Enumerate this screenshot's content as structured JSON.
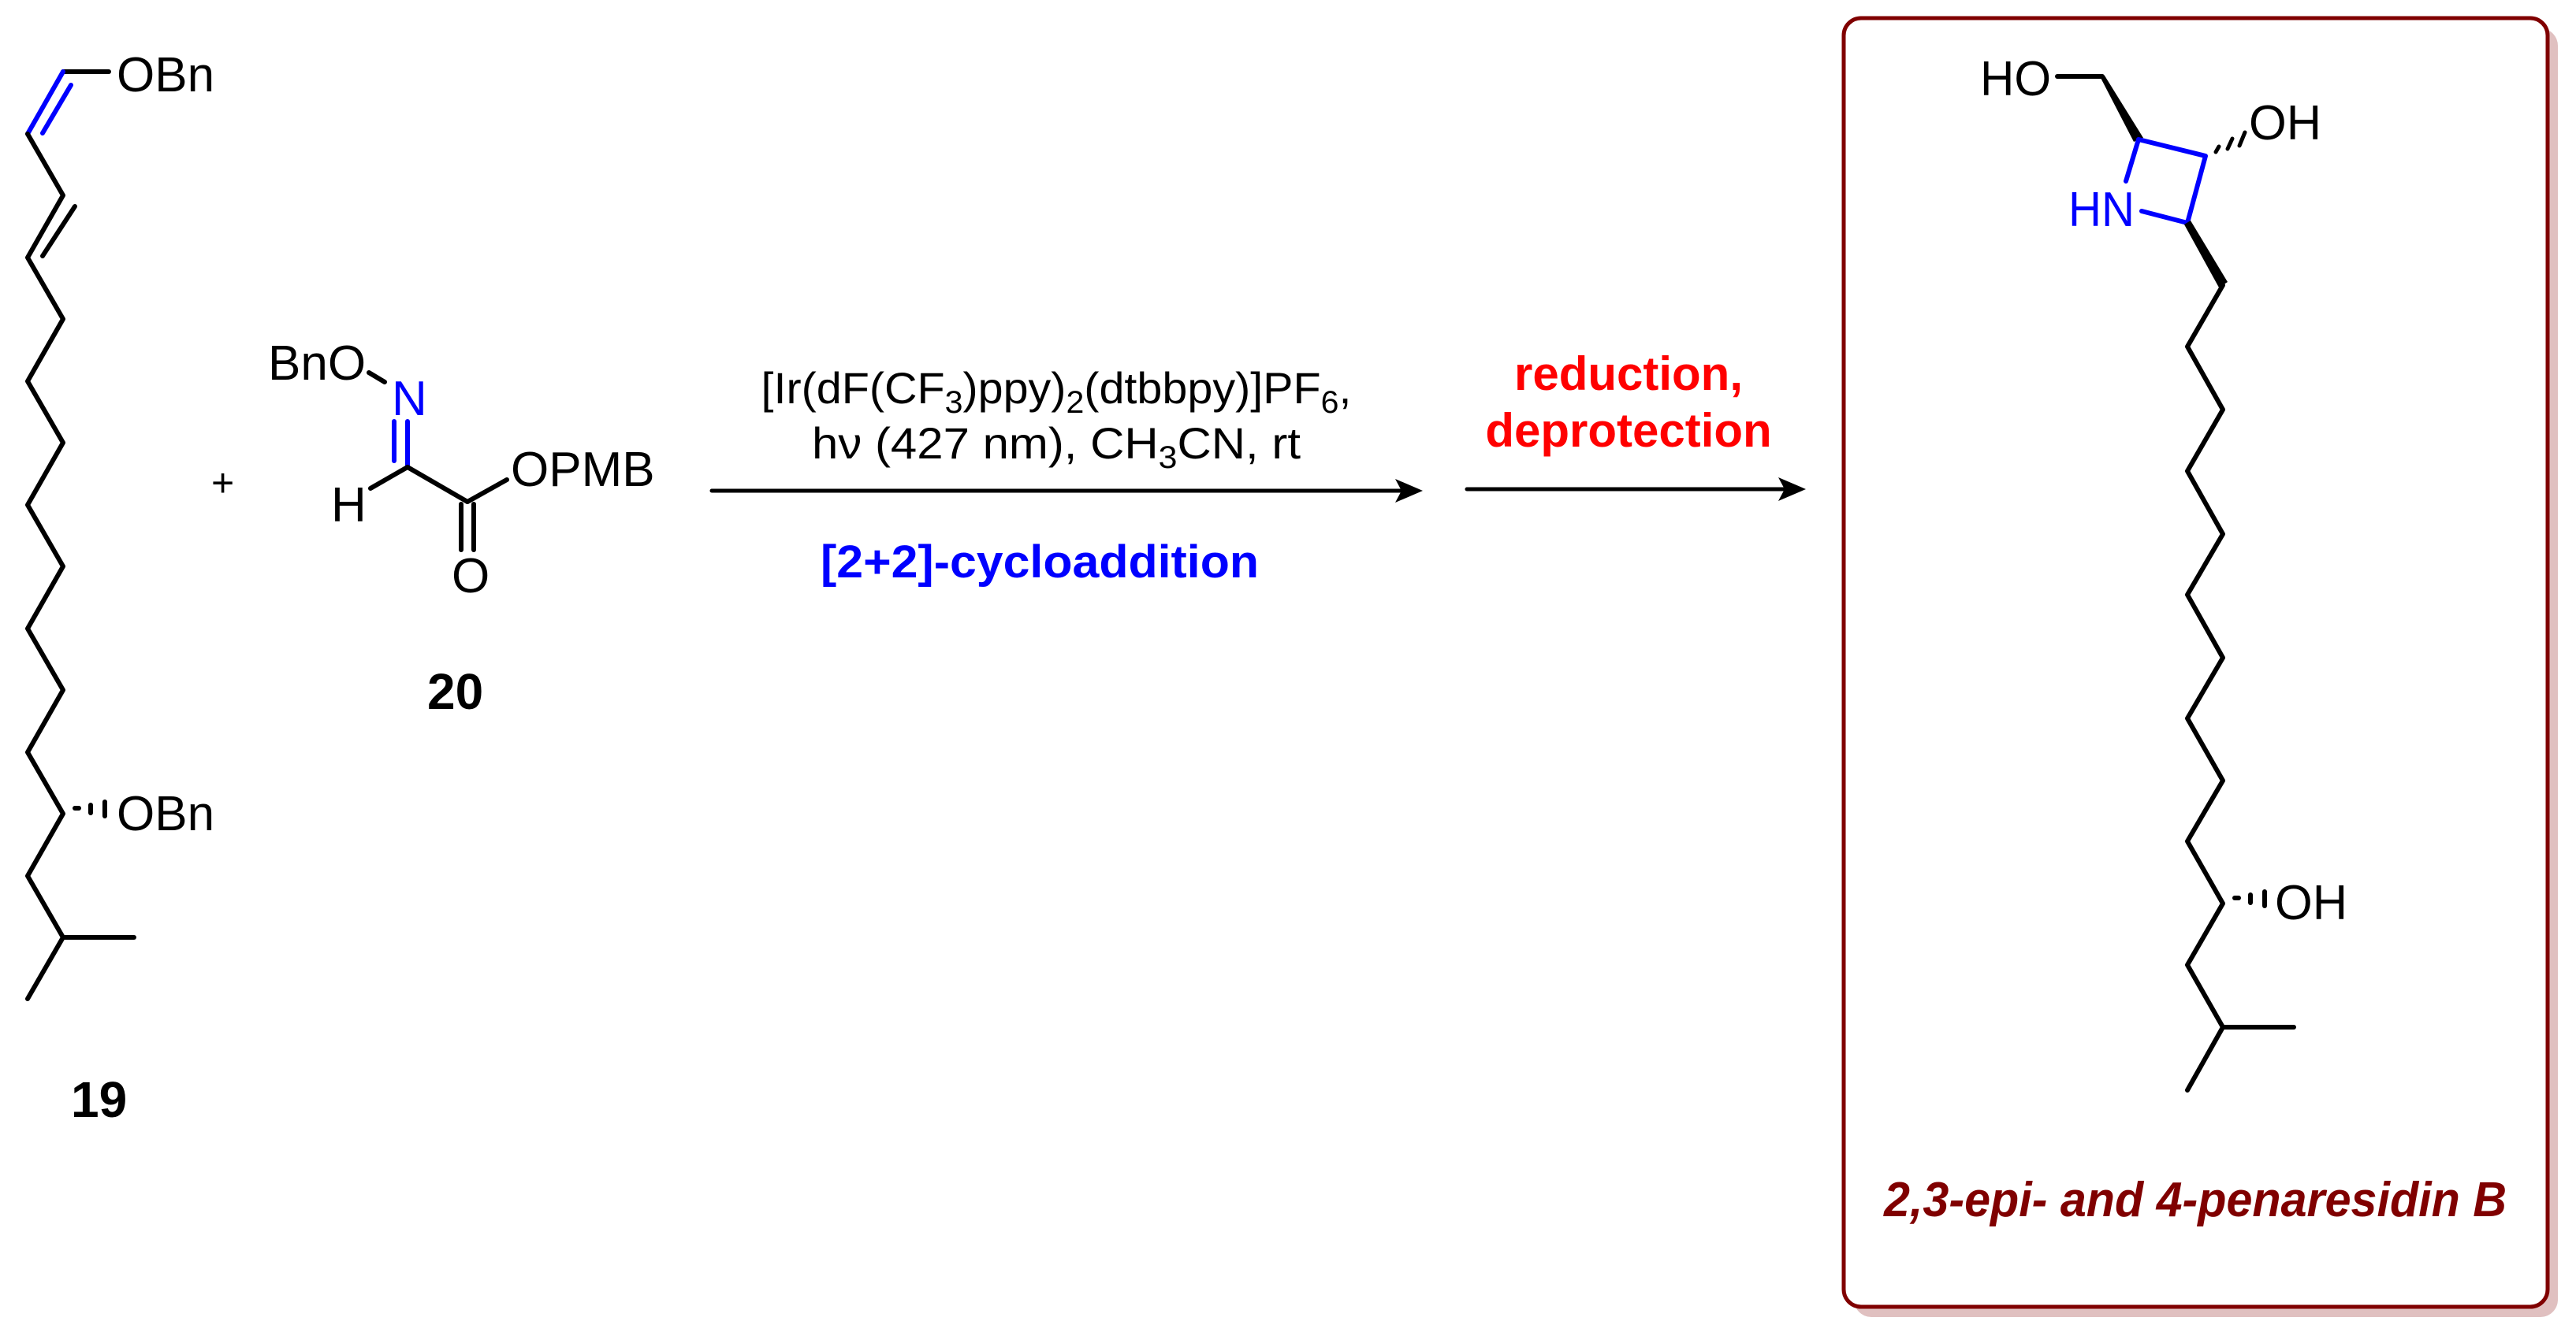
{
  "scheme": {
    "reactant_1": {
      "label": "19",
      "groups": {
        "top": "OBn",
        "mid": "OBn"
      }
    },
    "plus": "+",
    "reactant_2": {
      "label": "20",
      "groups": {
        "bno": "BnO",
        "n": "N",
        "h": "H",
        "opmb": "OPMB",
        "o": "O"
      }
    },
    "step_1": {
      "catalyst": {
        "p1": "[Ir(dF(CF",
        "s1": "3",
        "p2": ")ppy)",
        "s2": "2",
        "p3": "(dtbbpy)]PF",
        "s3": "6",
        "p4": ","
      },
      "conditions": {
        "p1": "hν (427 nm), CH",
        "s1": "3",
        "p2": "CN, rt"
      },
      "reaction_type": "[2+2]-cycloaddition"
    },
    "step_2": {
      "line1": "reduction,",
      "line2": "deprotection"
    },
    "product": {
      "groups": {
        "ho_top": "HO",
        "oh_ring": "OH",
        "hn": "HN",
        "oh_chain": "OH"
      },
      "name": "2,3-epi- and 4-penaresidin B"
    },
    "colors": {
      "bond": "#000000",
      "heteroatom_highlight": "#0000ff",
      "reaction_type": "#0000ff",
      "step_2_text": "#ff0000",
      "product_box_border": "#800000",
      "product_box_shadow": "#e0c0c0",
      "product_name": "#800000"
    }
  }
}
